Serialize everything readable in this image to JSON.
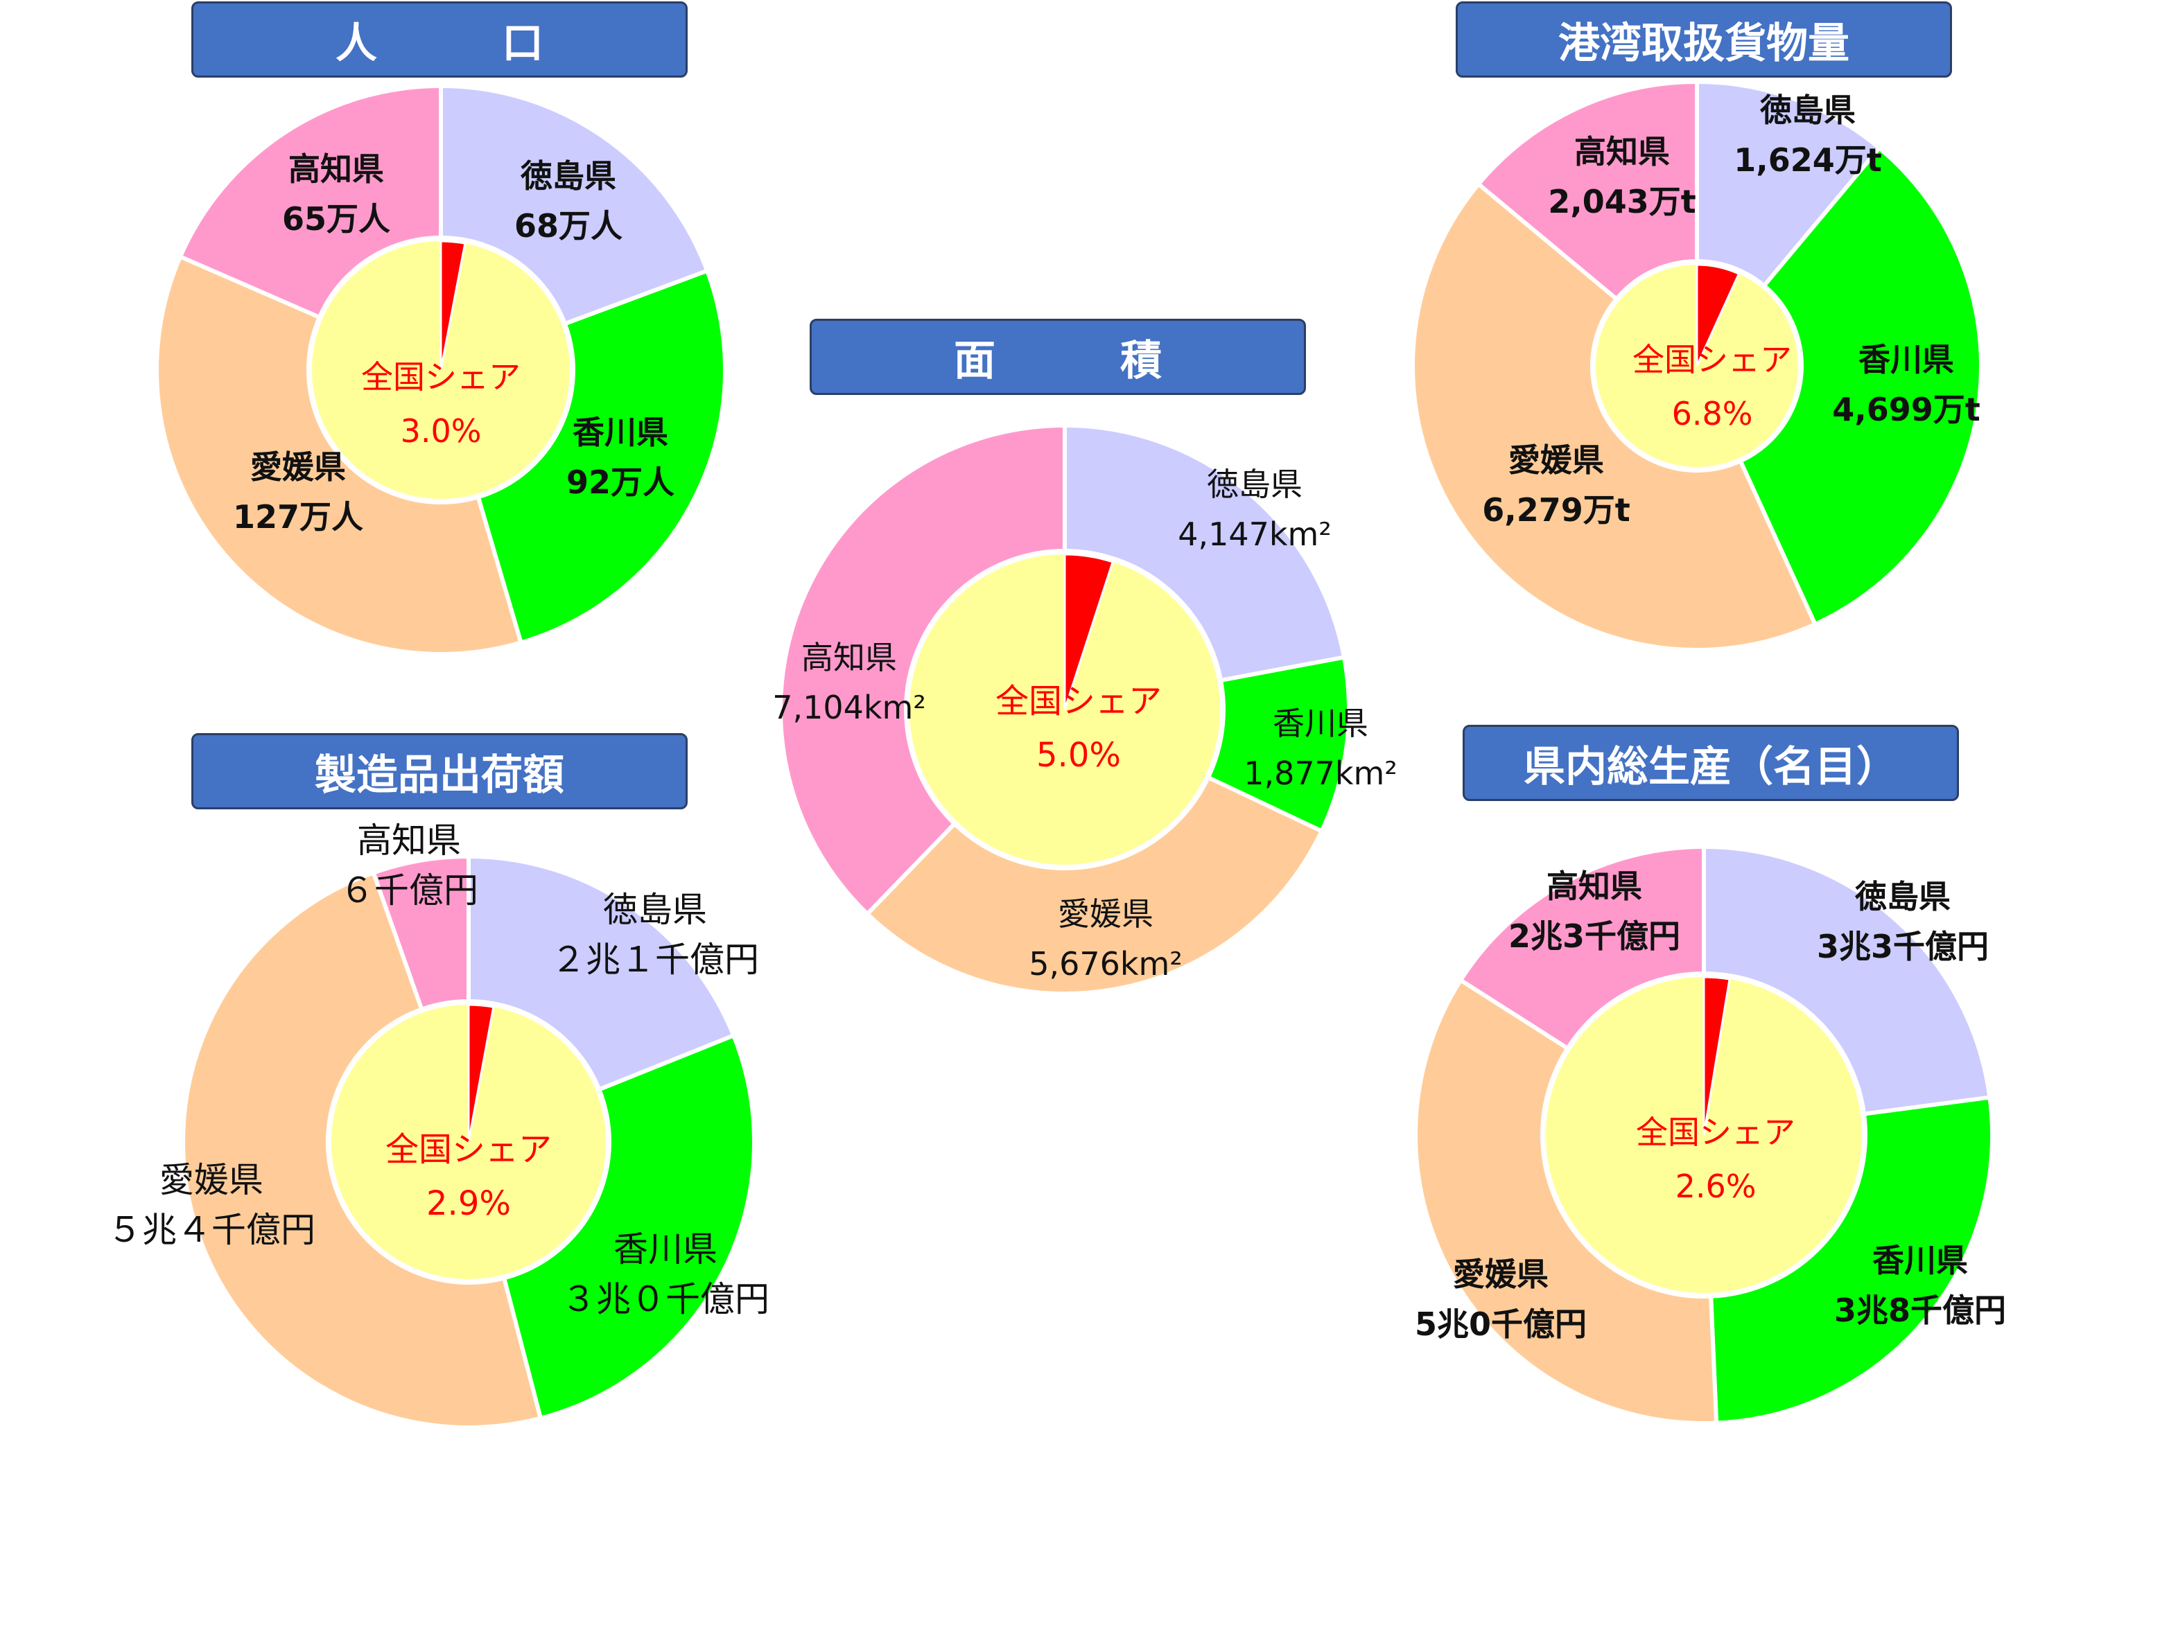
{
  "colors": {
    "tokushima": "#ccccff",
    "kagawa": "#00ff00",
    "ehime": "#ffcc99",
    "kochi": "#ff99cc",
    "inner": "#ffff99",
    "share_slice": "#ff0000",
    "title_bg": "#4472c4",
    "share_text": "#ff0000"
  },
  "chart_data": [
    {
      "id": "population",
      "type": "pie",
      "title": "人　　　口",
      "categories": [
        "徳島県",
        "香川県",
        "愛媛県",
        "高知県"
      ],
      "values": [
        68,
        92,
        127,
        65
      ],
      "unit": "万人",
      "value_labels": [
        "68万人",
        "92万人",
        "127万人",
        "65万人"
      ],
      "share_label": "全国シェア",
      "share_value": "3.0%",
      "share_percent": 3.0
    },
    {
      "id": "port",
      "type": "pie",
      "title": "港湾取扱貨物量",
      "categories": [
        "徳島県",
        "香川県",
        "愛媛県",
        "高知県"
      ],
      "values": [
        1624,
        4699,
        6279,
        2043
      ],
      "unit": "万t",
      "value_labels": [
        "1,624万t",
        "4,699万t",
        "6,279万t",
        "2,043万t"
      ],
      "share_label": "全国シェア",
      "share_value": "6.8%",
      "share_percent": 6.8
    },
    {
      "id": "area",
      "type": "pie",
      "title": "面　　　積",
      "categories": [
        "徳島県",
        "香川県",
        "愛媛県",
        "高知県"
      ],
      "values": [
        4147,
        1877,
        5676,
        7104
      ],
      "unit": "km²",
      "value_labels": [
        "4,147km²",
        "1,877km²",
        "5,676km²",
        "7,104km²"
      ],
      "share_label": "全国シェア",
      "share_value": "5.0%",
      "share_percent": 5.0
    },
    {
      "id": "manufacturing",
      "type": "pie",
      "title": "製造品出荷額",
      "categories": [
        "徳島県",
        "香川県",
        "愛媛県",
        "高知県"
      ],
      "values": [
        2.1,
        3.0,
        5.4,
        0.6
      ],
      "unit": "兆円",
      "value_labels": [
        "２兆１千億円",
        "３兆０千億円",
        "５兆４千億円",
        "６千億円"
      ],
      "share_label": "全国シェア",
      "share_value": "2.9%",
      "share_percent": 2.9
    },
    {
      "id": "gdp",
      "type": "pie",
      "title": "県内総生産（名目）",
      "categories": [
        "徳島県",
        "香川県",
        "愛媛県",
        "高知県"
      ],
      "values": [
        3.3,
        3.8,
        5.0,
        2.3
      ],
      "unit": "兆円",
      "value_labels": [
        "3兆3千億円",
        "3兆8千億円",
        "5兆0千億円",
        "2兆3千億円"
      ],
      "share_label": "全国シェア",
      "share_value": "2.6%",
      "share_percent": 2.6
    }
  ]
}
